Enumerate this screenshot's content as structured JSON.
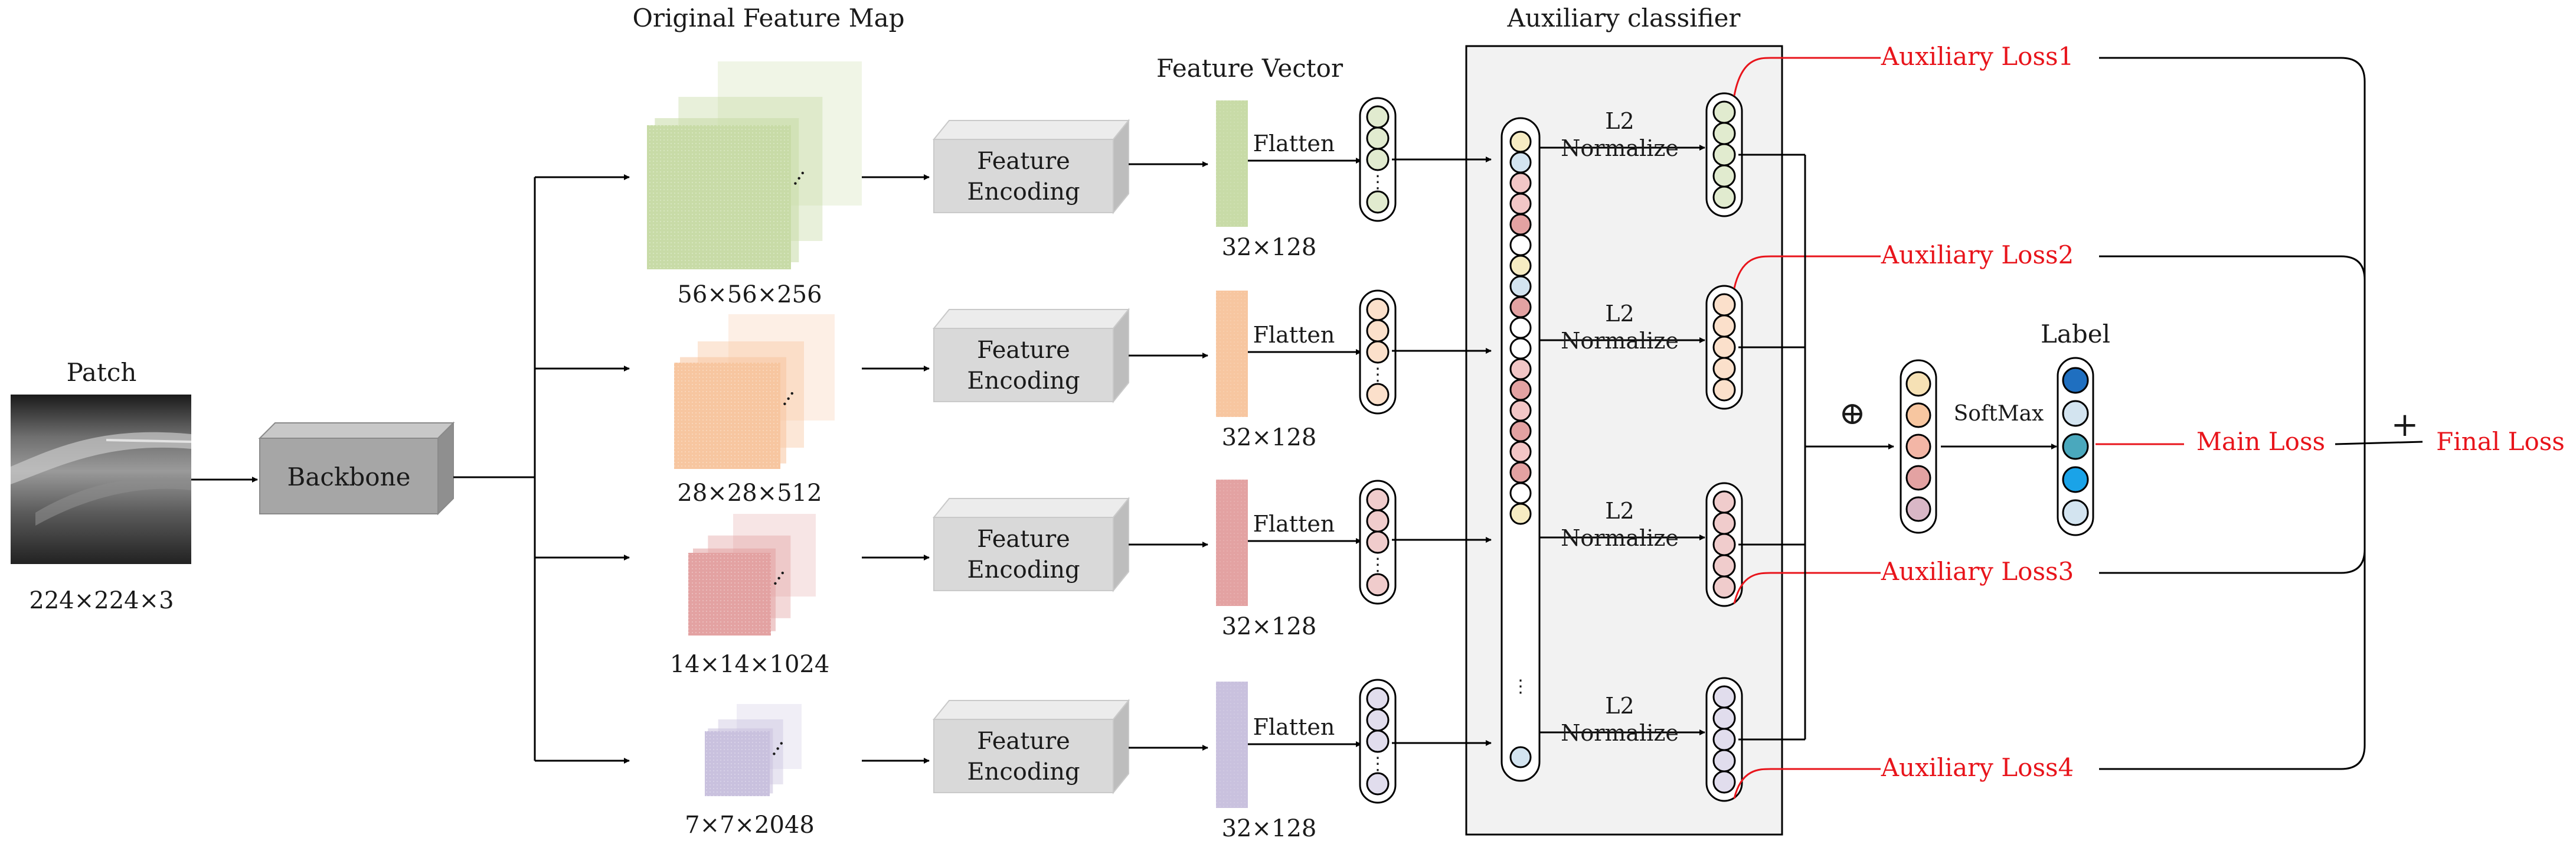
{
  "colors": {
    "green": "#c8dba7",
    "orange": "#f7c6a0",
    "pink": "#e3a2a2",
    "purple": "#c9c1de",
    "loss_red": "#e8141b",
    "panel": "#f2f2f2",
    "box_face": "#d9d9d9",
    "backbone_face": "#a6a6a6"
  },
  "input": {
    "title": "Patch",
    "size": "224×224×3"
  },
  "backbone": {
    "label": "Backbone"
  },
  "feature_map_title": "Original Feature Map",
  "feature_vector_title": "Feature Vector",
  "aux_title": "Auxiliary classifier",
  "branches": [
    {
      "map_size": "56×56×256",
      "encoding": [
        "Feature",
        "Encoding"
      ],
      "vector_size": "32×128",
      "flatten": "Flatten",
      "norm": [
        "L2",
        "Normalize"
      ],
      "loss": "Auxiliary Loss1"
    },
    {
      "map_size": "28×28×512",
      "encoding": [
        "Feature",
        "Encoding"
      ],
      "vector_size": "32×128",
      "flatten": "Flatten",
      "norm": [
        "L2",
        "Normalize"
      ],
      "loss": "Auxiliary Loss2"
    },
    {
      "map_size": "14×14×1024",
      "encoding": [
        "Feature",
        "Encoding"
      ],
      "vector_size": "32×128",
      "flatten": "Flatten",
      "norm": [
        "L2",
        "Normalize"
      ],
      "loss": "Auxiliary Loss3"
    },
    {
      "map_size": "7×7×2048",
      "encoding": [
        "Feature",
        "Encoding"
      ],
      "vector_size": "32×128",
      "flatten": "Flatten",
      "norm": [
        "L2",
        "Normalize"
      ],
      "loss": "Auxiliary Loss4"
    }
  ],
  "concat_symbol": "⊕",
  "softmax": "SoftMax",
  "label_title": "Label",
  "main_loss": "Main Loss",
  "plus_symbol": "+",
  "final_loss": "Final Loss"
}
